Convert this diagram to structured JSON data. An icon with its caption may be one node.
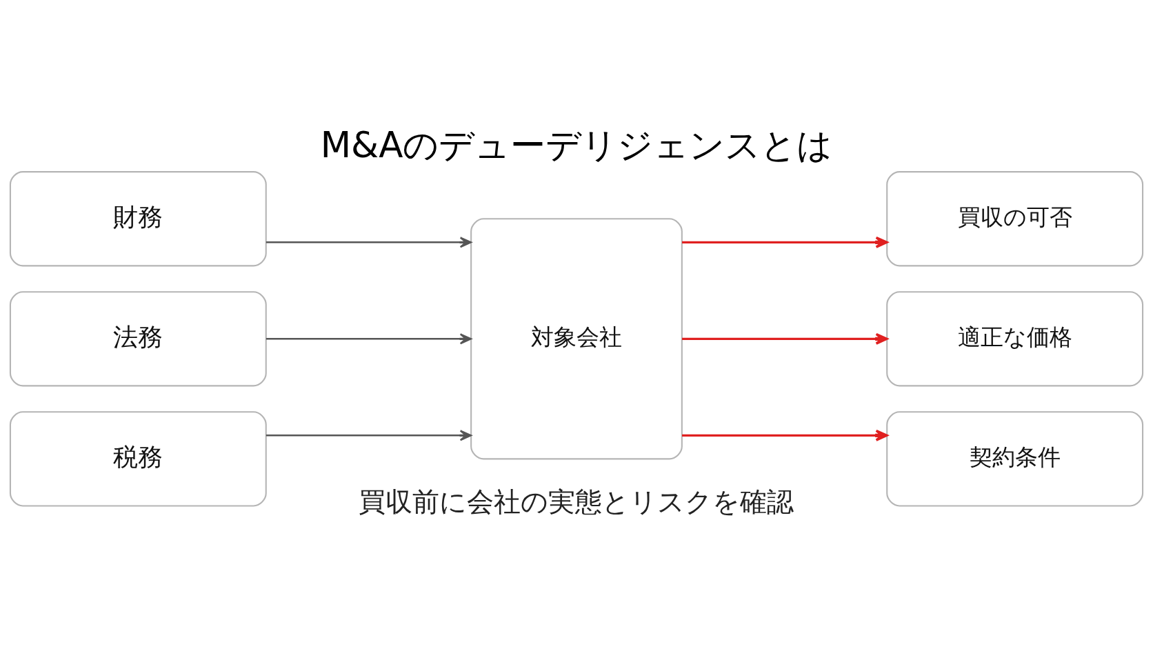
{
  "diagram": {
    "title": "M&Aのデューデリジェンスとは",
    "caption": "買収前に会社の実態とリスクを確認",
    "nodes": [
      {
        "text": [
          "財務"
        ]
      },
      {
        "text": [
          "法務"
        ]
      },
      {
        "text": [
          "税務"
        ]
      },
      {
        "text": [
          "対象会社"
        ]
      },
      {
        "text": [
          "買収の可否"
        ]
      },
      {
        "text": [
          "適正な価格"
        ]
      },
      {
        "text": [
          "契約条件"
        ]
      }
    ],
    "edges": [
      {
        "from": 0,
        "to": 3,
        "arrow": "to"
      },
      {
        "from": 1,
        "to": 3,
        "arrow": "to"
      },
      {
        "from": 2,
        "to": 3,
        "arrow": "to"
      },
      {
        "from": 3,
        "to": 4,
        "arrow": "to",
        "color": "#e02020"
      },
      {
        "from": 3,
        "to": 5,
        "arrow": "to",
        "color": "#e02020"
      },
      {
        "from": 3,
        "to": 6,
        "arrow": "to",
        "color": "#e02020"
      }
    ]
  }
}
